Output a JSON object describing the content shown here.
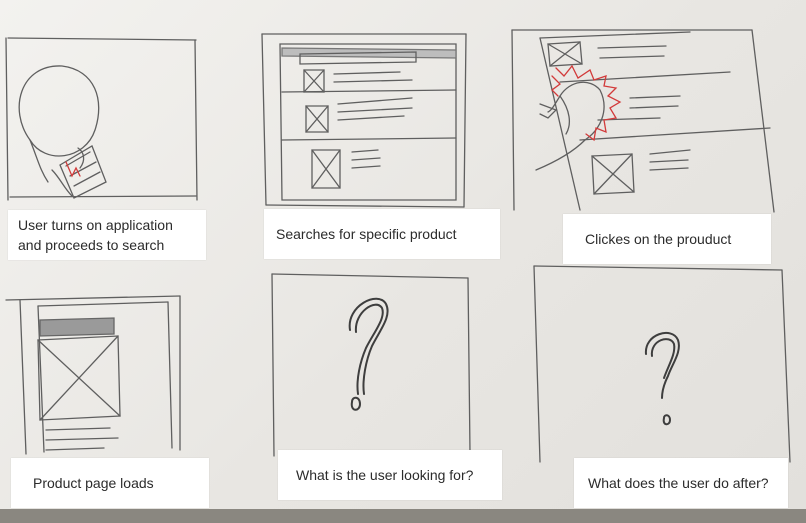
{
  "panels": [
    {
      "caption": "User turns on application\nand proceeds to search"
    },
    {
      "caption": "Searches for specific product"
    },
    {
      "caption": "Clickes on the prouduct"
    },
    {
      "caption": "Product page loads"
    },
    {
      "caption": "What is the user looking for?"
    },
    {
      "caption": "What does the user do after?"
    }
  ],
  "colors": {
    "pencil": "#5a5a5a",
    "accent_red": "#d23a3a",
    "paper": "#efeeeb"
  },
  "icons": [
    "phone-in-hand-sketch",
    "image-placeholder-icon",
    "tap-burst",
    "question-mark"
  ]
}
